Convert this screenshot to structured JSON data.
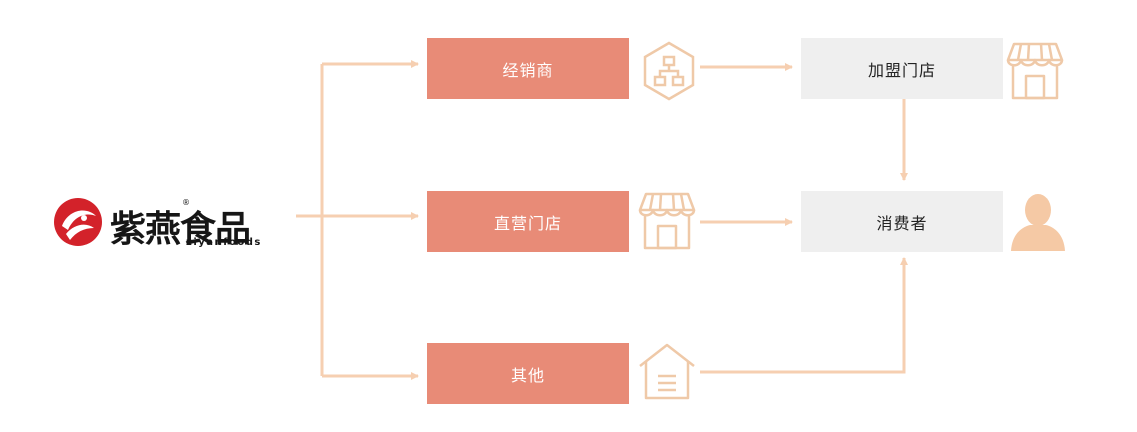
{
  "logo": {
    "name": "紫燕食品",
    "subtitle": "ziyanfoods",
    "reg_mark": "®"
  },
  "channels": {
    "distributor": "经销商",
    "direct_store": "直营门店",
    "other": "其他"
  },
  "destinations": {
    "franchise_store": "加盟门店",
    "consumer": "消费者"
  },
  "colors": {
    "box_fill": "#e88b77",
    "box_gray": "#efefef",
    "line": "#f6cfb1",
    "icon_stroke": "#efc9a8",
    "person": "#f5c9a5",
    "logo_red": "#d3222a"
  },
  "icons": {
    "distributor": "network-hexagon-icon",
    "direct_store": "storefront-icon",
    "other": "house-document-icon",
    "franchise_store": "storefront-icon",
    "consumer": "person-icon"
  }
}
